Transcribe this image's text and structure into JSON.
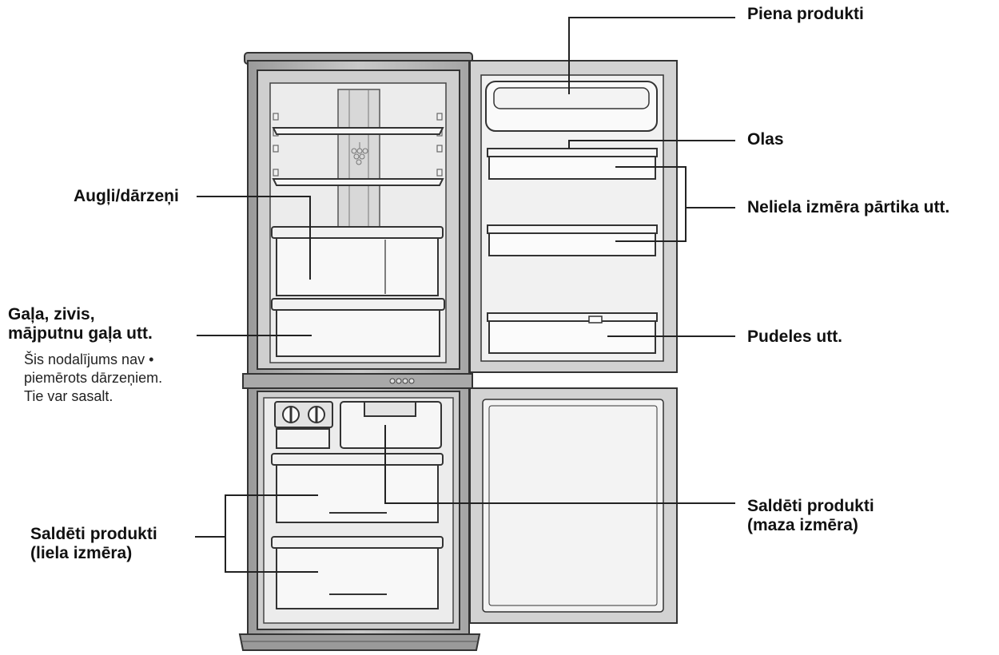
{
  "labels": {
    "piena_produkti": "Piena produkti",
    "olas": "Olas",
    "neliela_izmera": "Neliela izmēra pārtika utt.",
    "pudeles": "Pudeles utt.",
    "augli_darzeni": "Augļi/dārzeņi",
    "gala_line1": "Gaļa, zivis,",
    "gala_line2": "mājputnu gaļa utt.",
    "note_line1": "Šis nodalījums nav •",
    "note_line2": "piemērots dārzeņiem.",
    "note_line3": "Tie var sasalt.",
    "saldeti_mazi_line1": "Saldēti produkti",
    "saldeti_mazi_line2": "(maza izmēra)",
    "saldeti_lieli_line1": "Saldēti produkti",
    "saldeti_lieli_line2": "(liela izmēra)"
  },
  "colors": {
    "outline": "#333333",
    "cabinet_gray": "#b5b5b5",
    "inner_wall": "#ebebeb",
    "leader_line": "#222222"
  }
}
